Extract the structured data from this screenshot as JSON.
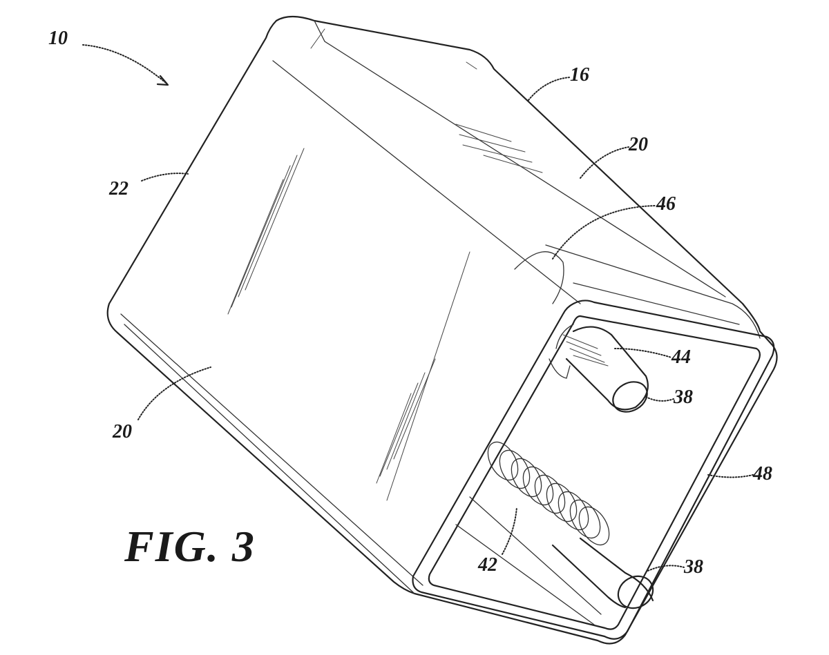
{
  "figure": {
    "caption": "FIG. 3",
    "labels": {
      "ref_10": "10",
      "ref_16": "16",
      "ref_20_top": "20",
      "ref_22": "22",
      "ref_46": "46",
      "ref_44": "44",
      "ref_38_upper": "38",
      "ref_20_front": "20",
      "ref_48": "48",
      "ref_42": "42",
      "ref_38_lower": "38"
    }
  }
}
